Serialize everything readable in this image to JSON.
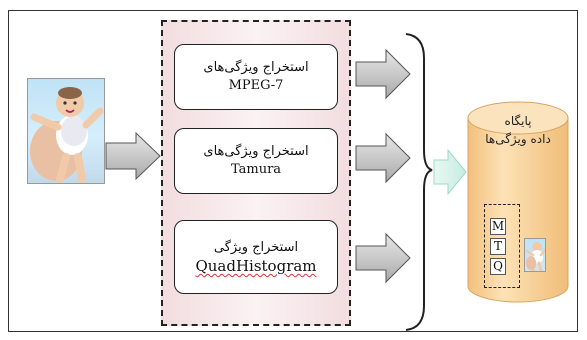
{
  "extractors": [
    {
      "title": "استخراج ویژگی‌های",
      "name": "MPEG-7"
    },
    {
      "title": "استخراج ویژگی‌های",
      "name": "Tamura"
    },
    {
      "title": "استخراج ویژگی",
      "name": "QuadHistogram"
    }
  ],
  "database": {
    "title_line1": "پایگاه",
    "title_line2": "داده ویژگی‌ها"
  },
  "feature_cells": [
    "M",
    "T",
    "Q"
  ],
  "colors": {
    "arrow_gray": "#bfbfbf",
    "arrow_teal": "#cfeee6",
    "panel_pink": "#f6e6e8",
    "database_orange": "#f6cf96"
  },
  "icons": {
    "input_image": "baby-photo-icon",
    "thumbnail": "baby-thumbnail-icon"
  }
}
